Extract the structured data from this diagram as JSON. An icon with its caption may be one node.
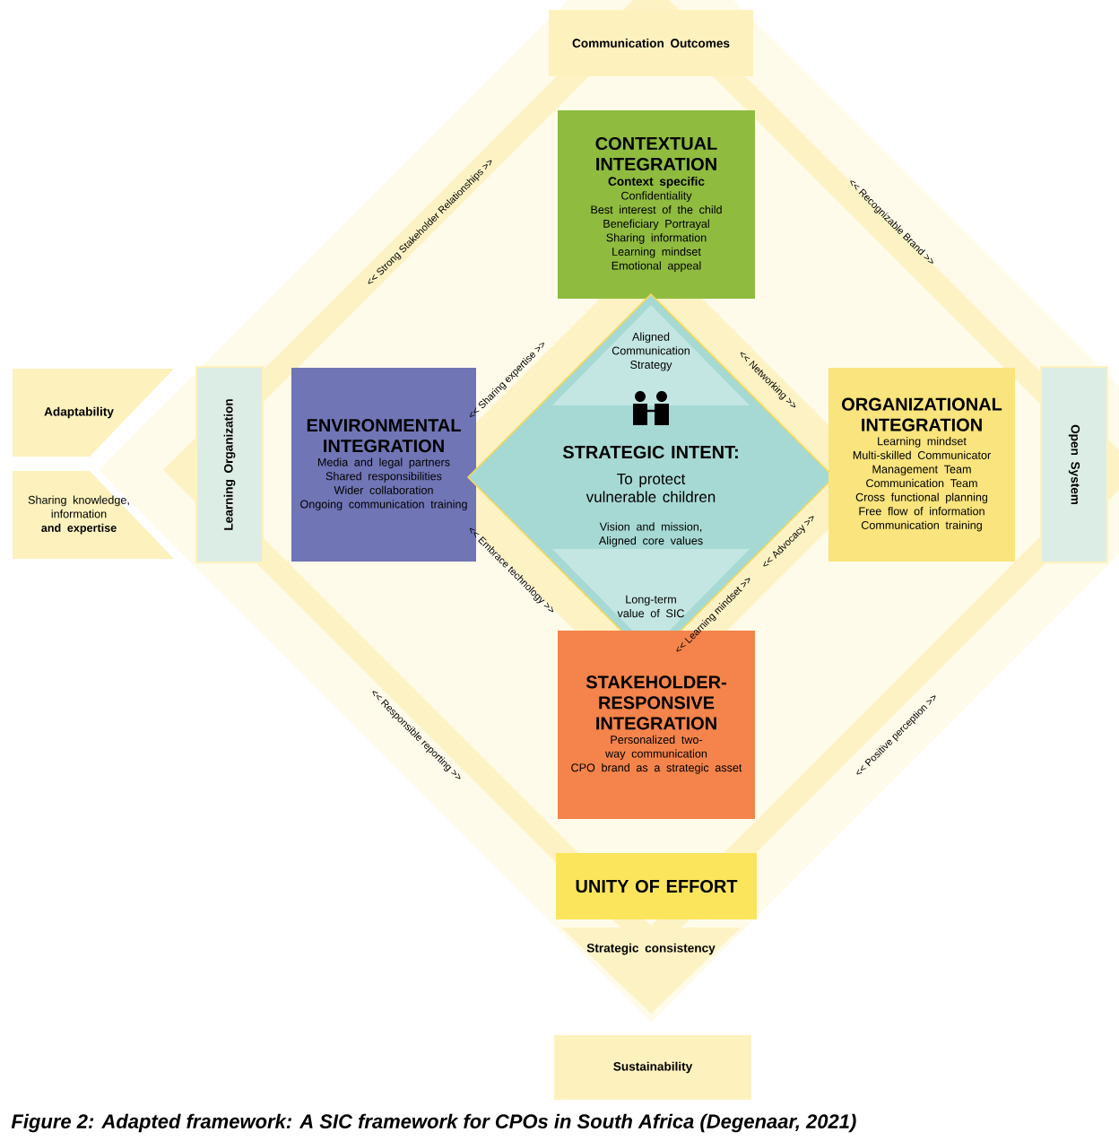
{
  "diagram": {
    "caption": "Figure 2: Adapted framework: A SIC framework for CPOs in South Africa (Degenaar, 2021)",
    "nodes": [
      {
        "text": [
          "Communication Outcomes"
        ]
      },
      {
        "text": [
          "CONTEXTUAL INTEGRATION",
          "Context specific",
          "Confidentiality",
          "Best interest of the child",
          "Beneficiary Portrayal",
          "Sharing information",
          "Learning mindset",
          "Emotional appeal"
        ]
      },
      {
        "text": [
          "Adaptability"
        ]
      },
      {
        "text": [
          "Sharing knowledge, information **and expertise**"
        ]
      },
      {
        "text": [
          "Learning Organization"
        ]
      },
      {
        "text": [
          "ENVIRONMENTAL INTEGRATION",
          "Media and legal partners",
          "Shared responsibilities",
          "Wider collaboration",
          "Ongoing communication training"
        ]
      },
      {
        "text": [
          "Aligned Communication Strategy",
          "STRATEGIC INTENT:",
          "To protect vulnerable children",
          "Vision and mission, Aligned core values",
          "Long-term value of SIC"
        ]
      },
      {
        "text": [
          "ORGANIZATIONAL INTEGRATION",
          "Learning mindset",
          "Multi-skilled Communicator",
          "Management Team",
          "Communication Team",
          "Cross functional planning",
          "Free flow of information",
          "Communication training"
        ]
      },
      {
        "text": [
          "Open System"
        ]
      },
      {
        "text": [
          "STAKEHOLDER-RESPONSIVE INTEGRATION",
          "Personalized two-way communication",
          "CPO brand as a strategic asset"
        ]
      },
      {
        "text": [
          "UNITY OF EFFORT"
        ]
      },
      {
        "text": [
          "Strategic consistency"
        ]
      },
      {
        "text": [
          "Sustainability"
        ]
      }
    ],
    "labels": [
      "<< Strong Stakeholder Relationships >>",
      "<< Recognizable Brand >>",
      "<< Sharing expertise >>",
      "<< Networking >>",
      "<< Embrace technology >>",
      "<< Learning mindset >>",
      "<< Advocacy >>",
      "<< Responsible reporting >>",
      "<< Positive perception >>"
    ]
  }
}
